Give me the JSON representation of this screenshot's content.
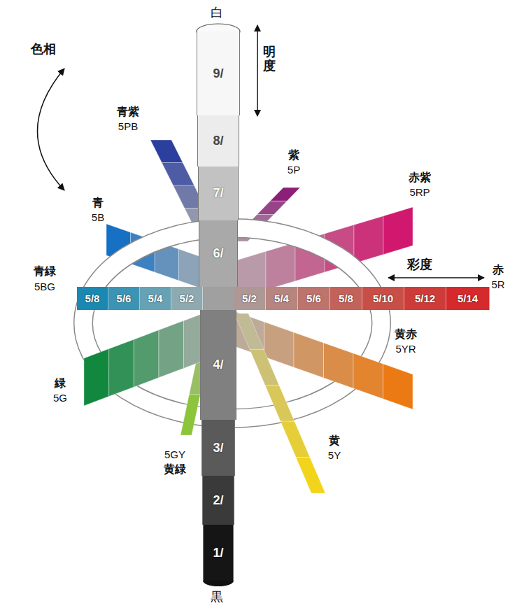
{
  "diagram": {
    "nodes": [
      {
        "text": [
          "9/"
        ]
      },
      {
        "text": [
          "8/"
        ]
      },
      {
        "text": [
          "7/"
        ]
      },
      {
        "text": [
          "6/"
        ]
      },
      {
        "text": [
          "5/8"
        ]
      },
      {
        "text": [
          "5/6"
        ]
      },
      {
        "text": [
          "5/4"
        ]
      },
      {
        "text": [
          "5/2"
        ]
      },
      {
        "text": [
          "5/2"
        ]
      },
      {
        "text": [
          "5/4"
        ]
      },
      {
        "text": [
          "5/6"
        ]
      },
      {
        "text": [
          "5/8"
        ]
      },
      {
        "text": [
          "5/10"
        ]
      },
      {
        "text": [
          "5/12"
        ]
      },
      {
        "text": [
          "5/14"
        ]
      },
      {
        "text": [
          "4/"
        ]
      },
      {
        "text": [
          "3/"
        ]
      },
      {
        "text": [
          "2/"
        ]
      },
      {
        "text": [
          "1/"
        ]
      }
    ],
    "labels": [
      "白",
      "明度",
      "青紫",
      "5PB",
      "紫",
      "5P",
      "赤紫",
      "5RP",
      "色相",
      "青",
      "5B",
      "青緑",
      "5BG",
      "彩度",
      "赤",
      "5R",
      "黄赤",
      "5YR",
      "緑",
      "5G",
      "5GY",
      "黄緑",
      "黄",
      "5Y",
      "黒"
    ]
  }
}
